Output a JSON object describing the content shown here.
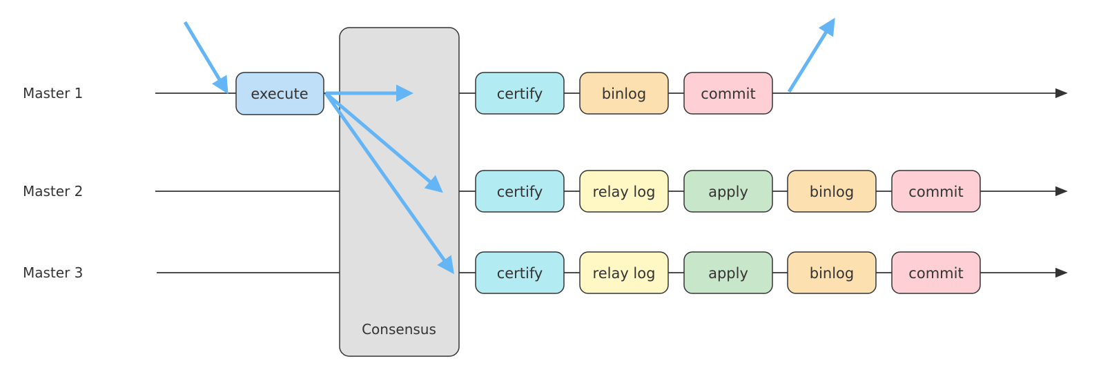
{
  "masters": [
    {
      "label": "Master 1",
      "steps": [
        {
          "label": "certify",
          "kind": "certify"
        },
        {
          "label": "binlog",
          "kind": "binlog"
        },
        {
          "label": "commit",
          "kind": "commit"
        }
      ]
    },
    {
      "label": "Master 2",
      "steps": [
        {
          "label": "certify",
          "kind": "certify"
        },
        {
          "label": "relay log",
          "kind": "relay"
        },
        {
          "label": "apply",
          "kind": "apply"
        },
        {
          "label": "binlog",
          "kind": "binlog"
        },
        {
          "label": "commit",
          "kind": "commit"
        }
      ]
    },
    {
      "label": "Master 3",
      "steps": [
        {
          "label": "certify",
          "kind": "certify"
        },
        {
          "label": "relay log",
          "kind": "relay"
        },
        {
          "label": "apply",
          "kind": "apply"
        },
        {
          "label": "binlog",
          "kind": "binlog"
        },
        {
          "label": "commit",
          "kind": "commit"
        }
      ]
    }
  ],
  "execute": {
    "label": "execute"
  },
  "consensus": {
    "label": "Consensus"
  },
  "colors": {
    "execute": "#bfdef8",
    "certify": "#b3ebf2",
    "relay": "#fff8c5",
    "apply": "#c8e6c9",
    "binlog": "#fde0b0",
    "commit": "#fecfd5",
    "consensus": "#e0e0e0",
    "arrow": "#64b5f6",
    "line": "#333333"
  }
}
